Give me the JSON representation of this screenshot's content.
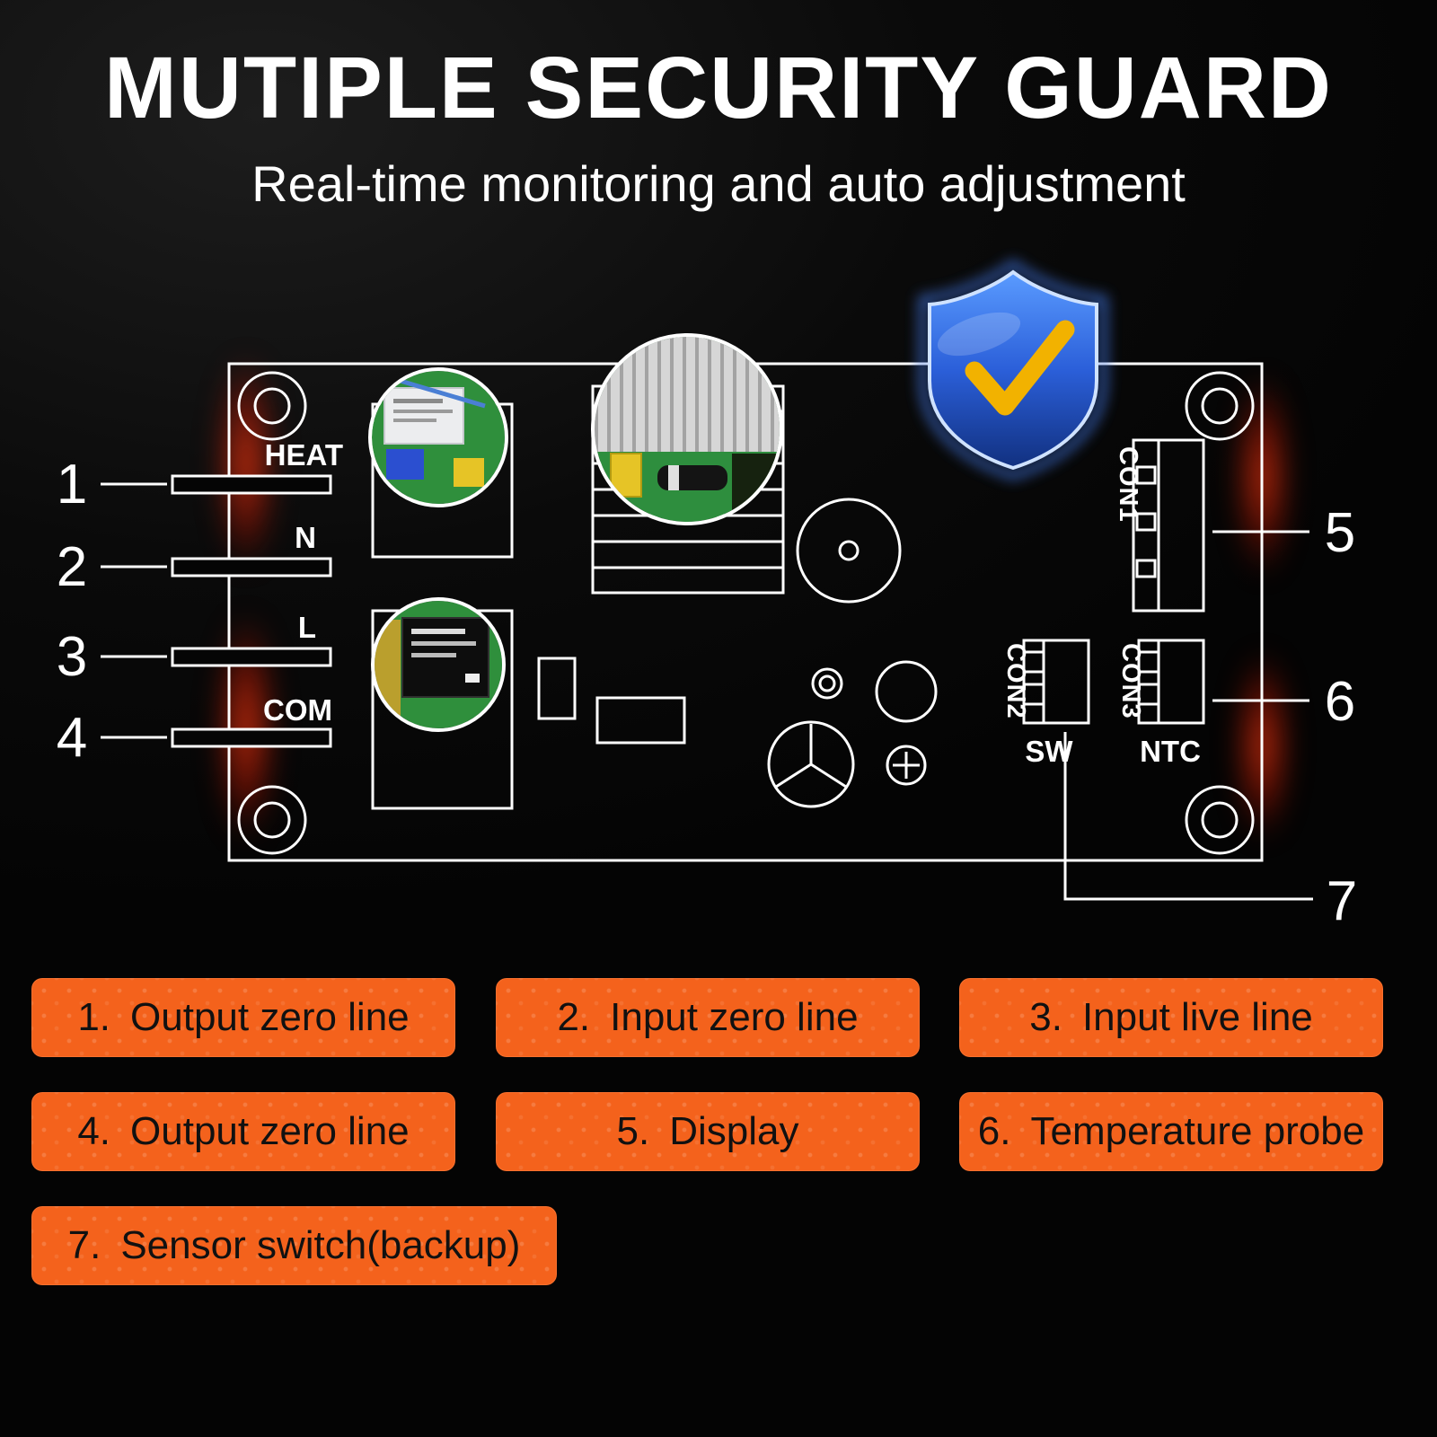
{
  "header": {
    "title": "MUTIPLE SECURITY GUARD",
    "subtitle": "Real-time monitoring and auto adjustment"
  },
  "board": {
    "terminals": [
      {
        "num": "1",
        "label": "HEAT"
      },
      {
        "num": "2",
        "label": "N"
      },
      {
        "num": "3",
        "label": "L"
      },
      {
        "num": "4",
        "label": "COM"
      }
    ],
    "connectors": {
      "con1": "CON1",
      "con2": "CON2",
      "con3": "CON3",
      "sw": "SW",
      "ntc": "NTC"
    },
    "right_callouts": [
      {
        "num": "5"
      },
      {
        "num": "6"
      },
      {
        "num": "7"
      }
    ]
  },
  "legend": {
    "items": [
      {
        "num": "1.",
        "label": "Output zero line"
      },
      {
        "num": "2.",
        "label": "Input zero line"
      },
      {
        "num": "3.",
        "label": "Input live line"
      },
      {
        "num": "4.",
        "label": "Output zero line"
      },
      {
        "num": "5.",
        "label": "Display"
      },
      {
        "num": "6.",
        "label": "Temperature probe"
      },
      {
        "num": "7.",
        "label": "Sensor switch(backup)"
      }
    ]
  },
  "colors": {
    "accent_orange": "#f4621c",
    "board_line": "#ffffff",
    "background": "#0a0a0a",
    "shield_blue": "#2b5fd9",
    "shield_border": "#cfe2ff",
    "check_gold": "#f2b200",
    "glow_red": "#ff4014",
    "legend_text": "#111111"
  }
}
